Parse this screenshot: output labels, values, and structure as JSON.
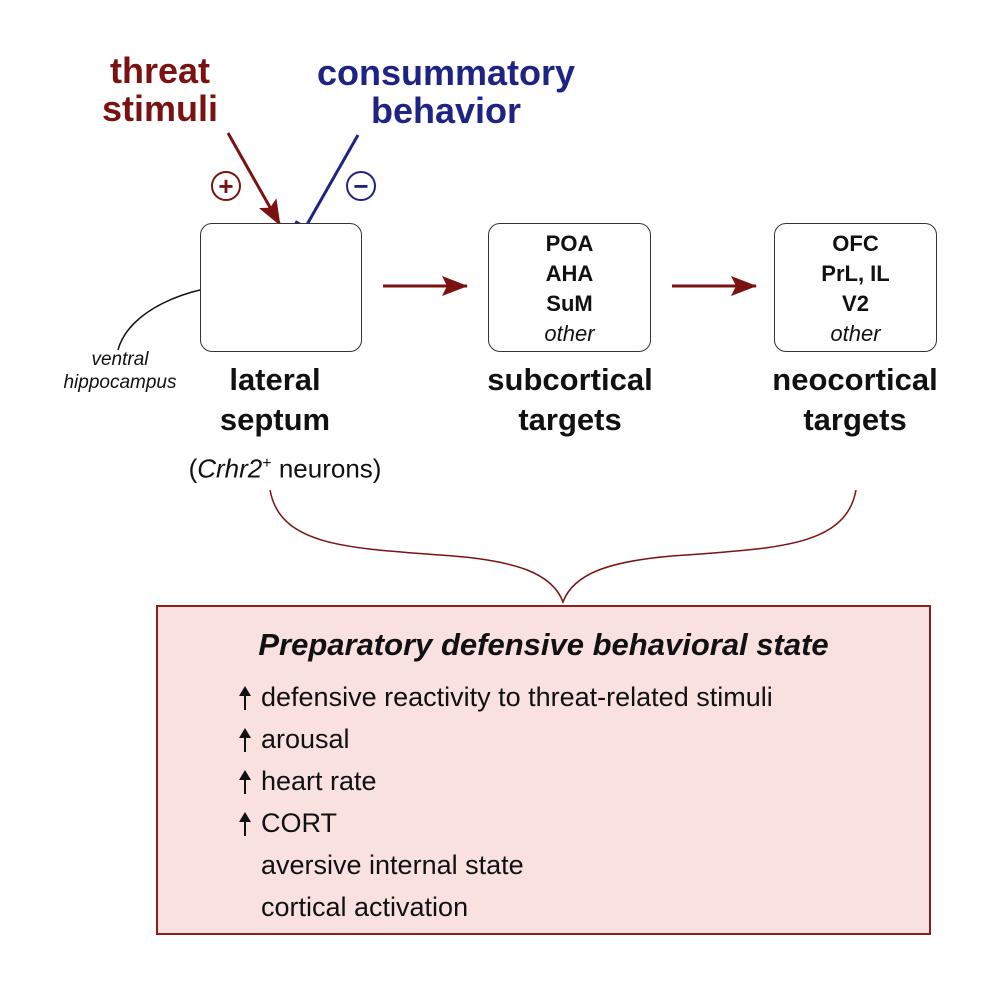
{
  "inputs": {
    "threat_label": "threat stimuli",
    "consummatory_label": "consummatory behavior",
    "plus_sign": "+",
    "minus_sign": "−"
  },
  "nodes": {
    "lateral_septum": {
      "title": "lateral septum",
      "subtitle_open": "(",
      "subtitle_gene": "Crhr2",
      "subtitle_sup": "+",
      "subtitle_rest": " neurons)"
    },
    "ventral_hippocampus": "ventral hippocampus",
    "subcortical": {
      "title": "subcortical targets",
      "items": [
        "POA",
        "AHA",
        "SuM"
      ],
      "other": "other"
    },
    "neocortical": {
      "title": "neocortical targets",
      "items": [
        "OFC",
        "PrL, IL",
        "V2"
      ],
      "other": "other"
    }
  },
  "state": {
    "title": "Preparatory defensive behavioral state",
    "items": [
      {
        "text": "defensive reactivity to threat-related stimuli",
        "increase": true
      },
      {
        "text": "arousal",
        "increase": true
      },
      {
        "text": "heart rate",
        "increase": true
      },
      {
        "text": "CORT",
        "increase": true
      },
      {
        "text": "aversive internal state",
        "increase": false
      },
      {
        "text": "cortical activation",
        "increase": false
      }
    ]
  },
  "colors": {
    "threat": "#7a1212",
    "consummatory": "#1f2383",
    "flow_arrow": "#7a1212",
    "neuron_fill": "#5ccf5c",
    "septum_fill": "#dff2d5",
    "state_fill": "#f9e1e0",
    "state_border": "#8a1e1e"
  }
}
